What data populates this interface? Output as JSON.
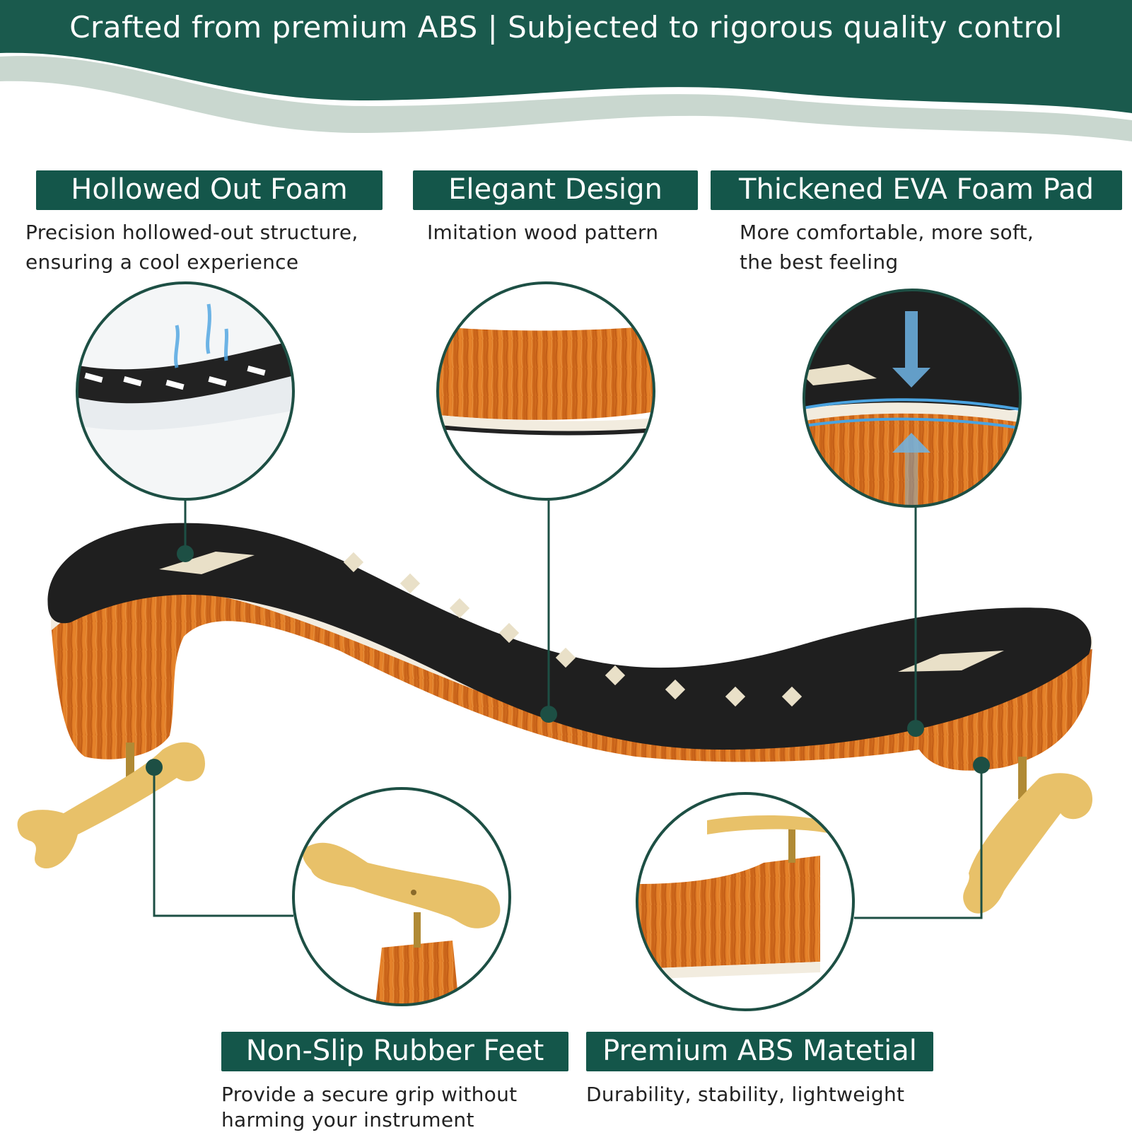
{
  "banner": {
    "headline": "Crafted from premium ABS | Subjected to rigorous quality control",
    "color": "#1a5a4d"
  },
  "features": [
    {
      "title": "Hollowed Out Foam",
      "lines": [
        "Precision hollowed-out structure,",
        "ensuring a cool experience"
      ]
    },
    {
      "title": "Elegant Design",
      "lines": [
        "Imitation wood pattern"
      ]
    },
    {
      "title": "Thickened EVA Foam Pad",
      "lines": [
        "More comfortable, more soft,",
        "the best feeling"
      ]
    },
    {
      "title": "Non-Slip Rubber Feet",
      "lines": [
        "Provide a secure grip without",
        "harming your instrument"
      ]
    },
    {
      "title": "Premium ABS Matetial",
      "lines": [
        "Durability, stability, lightweight"
      ]
    }
  ],
  "colors": {
    "accent": "#14564a",
    "wood": "#d9731e",
    "foam": "#1f1f1f",
    "feet": "#e8c169"
  }
}
